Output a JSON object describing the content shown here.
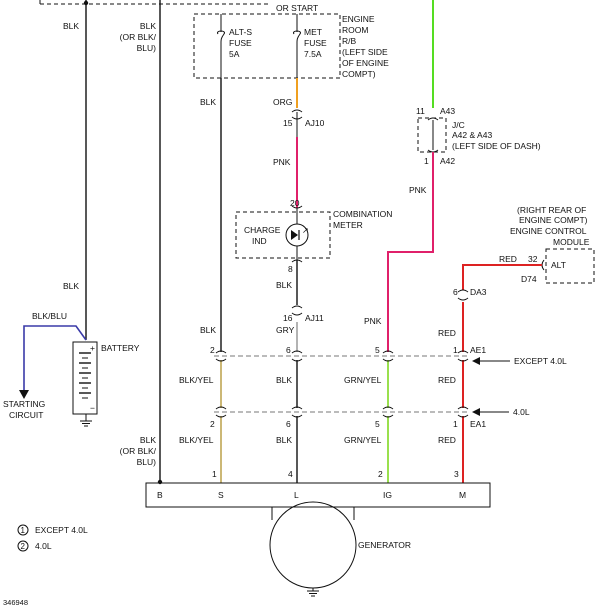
{
  "header": {
    "or_start": "OR START"
  },
  "fuse_box": {
    "engine_room": "ENGINE",
    "engine_room_2": "ROOM",
    "rb": "R/B",
    "left_side_1": "(LEFT SIDE",
    "left_side_2": "OF ENGINE",
    "left_side_3": "COMPT)",
    "fuse_alts_1": "ALT-S",
    "fuse_alts_2": "FUSE",
    "fuse_alts_3": "5A",
    "fuse_met_1": "MET",
    "fuse_met_2": "FUSE",
    "fuse_met_3": "7.5A"
  },
  "left_wires": {
    "blk_top_left": "BLK",
    "blk_or_1": "BLK",
    "blk_or_2": "(OR BLK/",
    "blk_or_3": "BLU)",
    "blk_mid_left": "BLK",
    "blk_blu": "BLK/BLU",
    "battery": "BATTERY",
    "starting_1": "STARTING",
    "starting_2": "CIRCUIT",
    "blk_bottom_1": "BLK",
    "blk_bottom_2": "(OR BLK/",
    "blk_bottom_3": "BLU)"
  },
  "s_wire": {
    "blk_under_fuse": "BLK",
    "blk_lower": "BLK",
    "blk_yel_1": "BLK/YEL",
    "blk_yel_2": "BLK/YEL"
  },
  "l_wire": {
    "org": "ORG",
    "pnk": "PNK",
    "blk": "BLK",
    "gry": "GRY",
    "blk_2": "BLK",
    "blk_3": "BLK",
    "charge_1": "CHARGE",
    "charge_2": "IND",
    "combo_1": "COMBINATION",
    "combo_2": "METER"
  },
  "connectors": {
    "aj10_pin": "15",
    "aj10": "AJ10",
    "meter_pin_in": "20",
    "meter_pin_out": "8",
    "aj11_pin": "16",
    "aj11": "AJ11",
    "a43_pin": "11",
    "a43": "A43",
    "jc_1": "J/C",
    "jc_2": "A42 & A43",
    "jc_3": "(LEFT SIDE OF DASH)",
    "a42_pin": "1",
    "a42": "A42",
    "ecm_1": "(RIGHT REAR OF",
    "ecm_2": "ENGINE COMPT)",
    "ecm_3": "ENGINE CONTROL",
    "ecm_4": "MODULE",
    "ecm_pin": "32",
    "ecm_alt": "ALT",
    "d74": "D74",
    "da3_pin": "6",
    "da3": "DA3",
    "ae1_pins": [
      "2",
      "6",
      "5",
      "1"
    ],
    "ae1": "AE1",
    "ea1_pins": [
      "2",
      "6",
      "5",
      "1"
    ],
    "ea1": "EA1",
    "except": "EXCEPT 4.0L",
    "four_l": "4.0L"
  },
  "ig_m_wires": {
    "pnk_ig_upper": "PNK",
    "pnk_ig_lower": "PNK",
    "grn_yel_1": "GRN/YEL",
    "grn_yel_2": "GRN/YEL",
    "red_1": "RED",
    "red_2": "RED",
    "red_3": "RED",
    "red_top": "RED"
  },
  "generator": {
    "terminals": [
      "B",
      "S",
      "L",
      "IG",
      "M"
    ],
    "pins": [
      "1",
      "4",
      "2",
      "3"
    ],
    "label": "GENERATOR"
  },
  "legend": {
    "item1_num": "1",
    "item1": "EXCEPT 4.0L",
    "item2_num": "2",
    "item2": "4.0L"
  },
  "diagram_id": "346948",
  "colors": {
    "org": "#f0a020",
    "pnk": "#e0206a",
    "gry": "#a0a0a0",
    "grn_yel": "#8fdc3a",
    "red": "#dd2222",
    "yel_blk": "#b79a3c",
    "blk_blu": "#3a3aa8",
    "green": "#55dd22"
  }
}
